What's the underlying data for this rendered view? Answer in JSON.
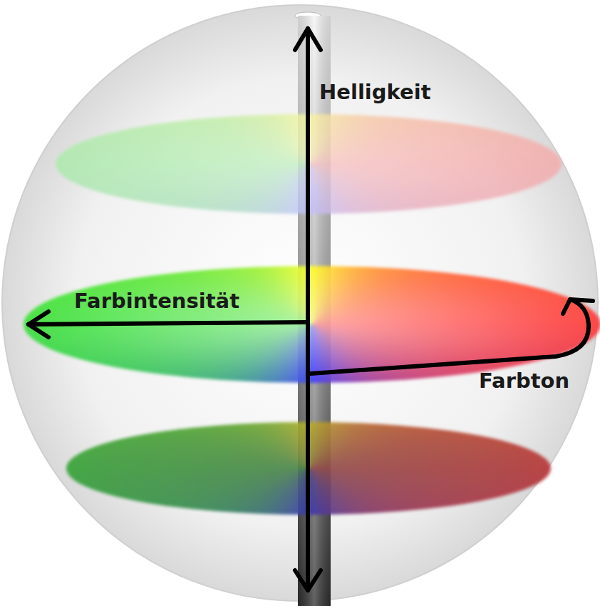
{
  "diagram": {
    "labels": [
      "Helligkeit",
      "Farbintensität",
      "Farbton"
    ]
  }
}
